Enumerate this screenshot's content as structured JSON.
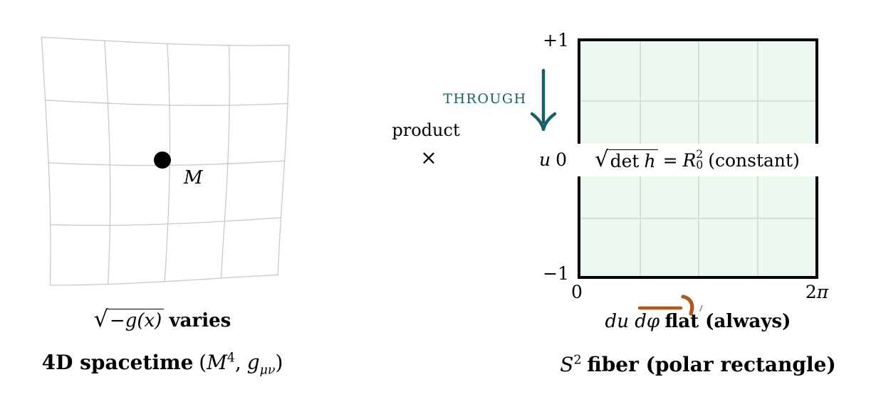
{
  "colors": {
    "teal": "#155f66",
    "orange": "#b15717",
    "rect_fill": "#edf9ef",
    "rect_grid": "#dcdcdc",
    "warp_grid": "#c8c8c8"
  },
  "left_panel": {
    "point_label": "M",
    "grid": {
      "vertical_lines": 5,
      "horizontal_lines": 5
    },
    "caption1": {
      "radicand": "−g(x)",
      "suffix": "varies"
    },
    "caption2": {
      "bold": "4D spacetime",
      "open": "(",
      "M": "M",
      "M_sup": "4",
      "comma": ",",
      "g": "g",
      "g_sub": "μν",
      "close": ")"
    }
  },
  "middle": {
    "through_label": "THROUGH",
    "product_label": "product",
    "times_symbol": "×"
  },
  "right_panel": {
    "tick_top": "+1",
    "tick_bottom": "−1",
    "axis_u": "u",
    "tick_left_zero": "0",
    "tick_x_left": "0",
    "tick_x_right_num": "2",
    "tick_x_right_pi": "π",
    "formula": {
      "radicand_roman": "det",
      "radicand_italic": "h",
      "equals": "=",
      "R": "R",
      "R_sup": "2",
      "R_sub": "0",
      "suffix": "(constant)"
    },
    "caption1": {
      "italic": "du dφ",
      "bold": "flat (always)"
    },
    "caption2": {
      "S": "S",
      "S_sup": "2",
      "bold": "fiber (polar rectangle)"
    }
  }
}
